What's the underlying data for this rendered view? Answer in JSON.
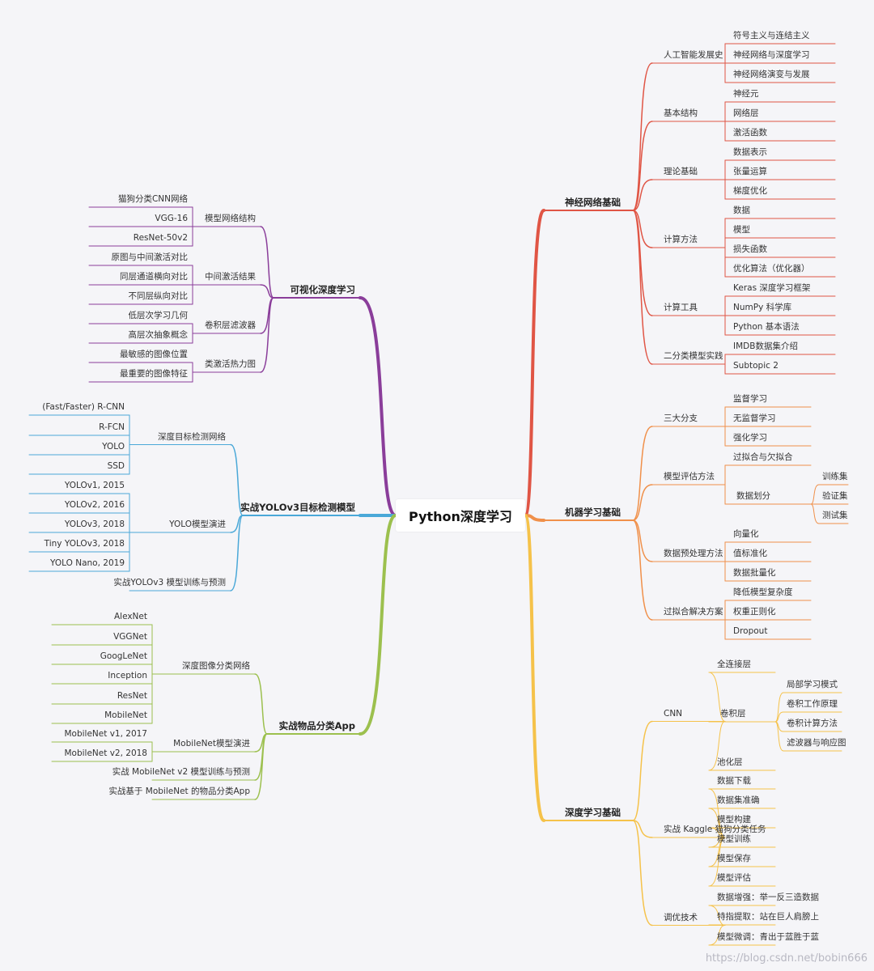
{
  "root": "Python深度学习",
  "watermark": "https://blog.csdn.net/bobin666",
  "branches": [
    {
      "key": "nn",
      "label": "神经网络基础",
      "side": "right",
      "color": "#e05545",
      "children": [
        {
          "label": "人工智能发展史",
          "children": [
            {
              "label": "符号主义与连结主义"
            },
            {
              "label": "神经网络与深度学习"
            },
            {
              "label": "神经网络演变与发展"
            }
          ]
        },
        {
          "label": "基本结构",
          "children": [
            {
              "label": "神经元"
            },
            {
              "label": "网络层"
            },
            {
              "label": "激活函数"
            }
          ]
        },
        {
          "label": "理论基础",
          "children": [
            {
              "label": "数据表示"
            },
            {
              "label": "张量运算"
            },
            {
              "label": "梯度优化"
            }
          ]
        },
        {
          "label": "计算方法",
          "children": [
            {
              "label": "数据"
            },
            {
              "label": "模型"
            },
            {
              "label": "损失函数"
            },
            {
              "label": "优化算法（优化器）"
            }
          ]
        },
        {
          "label": "计算工具",
          "children": [
            {
              "label": "Keras 深度学习框架"
            },
            {
              "label": "NumPy 科学库"
            },
            {
              "label": "Python 基本语法"
            }
          ]
        },
        {
          "label": "二分类模型实践",
          "children": [
            {
              "label": "IMDB数据集介绍"
            },
            {
              "label": "Subtopic 2"
            }
          ]
        }
      ]
    },
    {
      "key": "ml",
      "label": "机器学习基础",
      "side": "right",
      "color": "#f0904a",
      "children": [
        {
          "label": "三大分支",
          "children": [
            {
              "label": "监督学习"
            },
            {
              "label": "无监督学习"
            },
            {
              "label": "强化学习"
            }
          ]
        },
        {
          "label": "模型评估方法",
          "children": [
            {
              "label": "过拟合与欠拟合"
            },
            {
              "label": "数据划分",
              "children": [
                {
                  "label": "训练集"
                },
                {
                  "label": "验证集"
                },
                {
                  "label": "测试集"
                }
              ]
            }
          ]
        },
        {
          "label": "数据预处理方法",
          "children": [
            {
              "label": "向量化"
            },
            {
              "label": "值标准化"
            },
            {
              "label": "数据批量化"
            }
          ]
        },
        {
          "label": "过拟合解决方案",
          "children": [
            {
              "label": "降低模型复杂度"
            },
            {
              "label": "权重正则化"
            },
            {
              "label": "Dropout"
            }
          ]
        }
      ]
    },
    {
      "key": "dl",
      "label": "深度学习基础",
      "side": "right",
      "color": "#f5c24a",
      "children": [
        {
          "label": "CNN",
          "children": [
            {
              "label": "全连接层"
            },
            {
              "label": "卷积层",
              "children": [
                {
                  "label": "局部学习模式"
                },
                {
                  "label": "卷积工作原理"
                },
                {
                  "label": "卷积计算方法"
                },
                {
                  "label": "滤波器与响应图"
                }
              ]
            },
            {
              "label": "池化层"
            }
          ]
        },
        {
          "label": "实战 Kaggle 猫狗分类任务",
          "children": [
            {
              "label": "数据下载"
            },
            {
              "label": "数据集准确"
            },
            {
              "label": "模型构建"
            },
            {
              "label": "模型训练"
            },
            {
              "label": "模型保存"
            },
            {
              "label": "模型评估"
            }
          ]
        },
        {
          "label": "调优技术",
          "children": [
            {
              "label": "数据增强：举一反三造数据"
            },
            {
              "label": "特指提取：站在巨人肩膀上"
            },
            {
              "label": "模型微调：青出于蓝胜于蓝"
            }
          ]
        }
      ]
    },
    {
      "key": "vis",
      "label": "可视化深度学习",
      "side": "left",
      "color": "#8a3d9a",
      "children": [
        {
          "label": "模型网络结构",
          "children": [
            {
              "label": "猫狗分类CNN网络"
            },
            {
              "label": "VGG-16"
            },
            {
              "label": "ResNet-50v2"
            }
          ]
        },
        {
          "label": "中间激活结果",
          "children": [
            {
              "label": "原图与中间激活对比"
            },
            {
              "label": "同层通道横向对比"
            },
            {
              "label": "不同层纵向对比"
            }
          ]
        },
        {
          "label": "卷积层滤波器",
          "children": [
            {
              "label": "低层次学习几何"
            },
            {
              "label": "高层次抽象概念"
            }
          ]
        },
        {
          "label": "类激活热力图",
          "children": [
            {
              "label": "最敏感的图像位置"
            },
            {
              "label": "最重要的图像特征"
            }
          ]
        }
      ]
    },
    {
      "key": "yolo",
      "label": "实战YOLOv3目标检测模型",
      "side": "left",
      "color": "#4aa8d8",
      "children": [
        {
          "label": "深度目标检测网络",
          "children": [
            {
              "label": "(Fast/Faster) R-CNN"
            },
            {
              "label": "R-FCN"
            },
            {
              "label": "YOLO"
            },
            {
              "label": "SSD"
            }
          ]
        },
        {
          "label": "YOLO模型演进",
          "children": [
            {
              "label": "YOLOv1, 2015"
            },
            {
              "label": "YOLOv2, 2016"
            },
            {
              "label": "YOLOv3, 2018"
            },
            {
              "label": "Tiny YOLOv3, 2018"
            },
            {
              "label": "YOLO Nano, 2019"
            }
          ]
        },
        {
          "label": "实战YOLOv3 模型训练与预测"
        }
      ]
    },
    {
      "key": "app",
      "label": "实战物品分类App",
      "side": "left",
      "color": "#9cc04e",
      "children": [
        {
          "label": "深度图像分类网络",
          "children": [
            {
              "label": "AlexNet"
            },
            {
              "label": "VGGNet"
            },
            {
              "label": "GoogLeNet"
            },
            {
              "label": "Inception"
            },
            {
              "label": "ResNet"
            },
            {
              "label": "MobileNet"
            }
          ]
        },
        {
          "label": "MobileNet模型演进",
          "children": [
            {
              "label": "MobileNet v1, 2017"
            },
            {
              "label": "MobileNet v2, 2018"
            }
          ]
        },
        {
          "label": "实战 MobileNet v2 模型训练与预测"
        },
        {
          "label": "实战基于 MobileNet 的物品分类App"
        }
      ]
    }
  ]
}
